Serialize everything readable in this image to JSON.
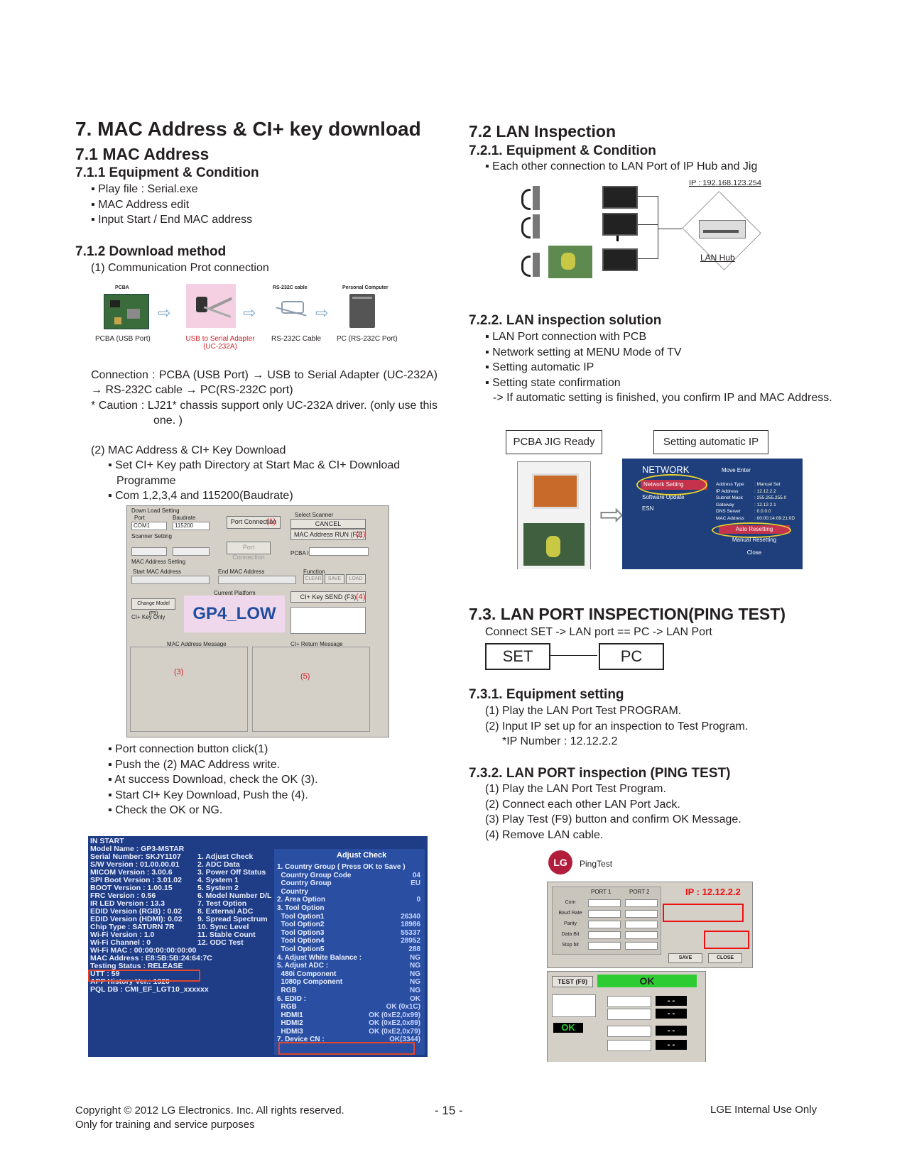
{
  "left": {
    "title": "7. MAC Address & CI+ key download",
    "s71": "7.1 MAC Address",
    "s711": "7.1.1 Equipment & Condition",
    "s711_items": [
      "▪ Play file : Serial.exe",
      "▪ MAC Address edit",
      "▪ Input Start / End MAC address"
    ],
    "s712": "7.1.2 Download method",
    "s712_sub1": "(1) Communication Prot connection",
    "conn_fig": {
      "pcba_top": "PCBA",
      "rs_top": "RS-232C cable",
      "pc_top": "Personal Computer",
      "pcba_cap": "PCBA (USB Port)",
      "usb_cap1": "USB to Serial Adapter",
      "usb_cap2": "(UC-232A)",
      "rs_cap": "RS-232C Cable",
      "pc_cap": "PC (RS-232C Port)"
    },
    "connection_text": "Connection : PCBA (USB Port) → USB to Serial Adapter (UC-232A) → RS-232C cable → PC(RS-232C port)",
    "caution": "* Caution : LJ21* chassis support only UC-232A driver. (only use this one. )",
    "s712_sub2": "(2) MAC Address & CI+ Key Download",
    "s712_sub2_items": [
      "▪ Set CI+ Key path Directory at Start Mac & CI+ Download Programme",
      "▪ Com 1,2,3,4 and 115200(Baudrate)"
    ],
    "app_fig": {
      "download_setting": "Down Load Setting",
      "port": "Port",
      "baudrate": "Baudrate",
      "com": "COM1",
      "baud": "115200",
      "port_connection": "Port Connection",
      "select_scanner": "Select Scanner",
      "cancel": "CANCEL",
      "scanner_setting": "Scanner Setting",
      "mac_run": "MAC Address RUN (F2)",
      "pcba_id": "PCBA ID",
      "mac_setting": "MAC Address Setting",
      "start_mac": "Start MAC Address",
      "end_mac": "End MAC Address",
      "function": "Function",
      "clear": "CLEAR",
      "save": "SAVE",
      "load": "LOAD",
      "current_platform": "Current Platform",
      "change_model": "Change Model (F5)",
      "ci_key_only": "CI+ Key Only",
      "platform": "GP4_LOW",
      "ci_send": "CI+ Key SEND (F3)",
      "mac_msg": "MAC Address Message",
      "ci_msg": "CI+ Return Message",
      "m1": "(1)",
      "m2": "(2)",
      "m3": "(3)",
      "m4": "(4)",
      "m5": "(5)"
    },
    "steps": [
      "▪ Port connection button click(1)",
      "▪ Push the (2) MAC Address write.",
      "▪ At success Download, check the OK (3).",
      "▪ Start CI+ Key Download, Push the (4).",
      "▪ Check the OK or NG."
    ],
    "tv_menu": {
      "left_lines": [
        "IN START",
        "Model Name  : GP3-MSTAR",
        "Serial Number: SKJY1107",
        "S/W Version      : 01.00.00.01",
        "MICOM Version   : 3.00.6",
        "SPI Boot Version  : 3.01.02",
        "BOOT Version    : 1.00.15",
        "FRC Version      : 0.56",
        "IR LED Version   : 13.3",
        "EDID Version (RGB) : 0.02",
        "EDID Version (HDMI): 0.02",
        "Chip Type        : SATURN 7R",
        "Wi-Fi Version    : 1.0",
        "Wi-Fi Channel    : 0",
        "Wi-Fi MAC   : 00:00:00:00:00:00",
        "MAC Address : E8:5B:5B:24:64:7C",
        "Testing Status    : RELEASE",
        "",
        "UTT : 59",
        "APP History Ver.: 1320",
        "PQL DB : CMI_EF_LGT10_xxxxxx"
      ],
      "mid_lines": [
        "1. Adjust Check",
        "2. ADC Data",
        "3. Power Off Status",
        "4. System 1",
        "5. System 2",
        "6. Model Number D/L",
        "7. Test Option",
        "8. External ADC",
        "9. Spread Spectrum",
        "10. Sync Level",
        "11. Stable Count",
        "12. ODC Test"
      ],
      "right_title": "Adjust Check",
      "right_lines": [
        "1. Country Group ( Press OK to Save )",
        "  Country Group Code",
        "  Country Group",
        "  Country",
        "2. Area Option",
        "3. Tool Option",
        "  Tool Option1",
        "  Tool Option2",
        "  Tool Option3",
        "  Tool Option4",
        "  Tool Option5",
        "4. Adjust White Balance :",
        "5. Adjust ADC :",
        "  480i Component",
        "  1080p Component",
        "  RGB",
        "6. EDID :",
        "  RGB",
        "  HDMI1",
        "  HDMI2",
        "  HDMI3",
        "7. Device CN :"
      ],
      "right_values": [
        "",
        "04",
        "EU",
        "",
        "0",
        "",
        "26340",
        "18986",
        "55337",
        "28952",
        "288",
        "NG",
        "NG",
        "NG",
        "NG",
        "NG",
        "OK",
        "OK (0x1C)",
        "OK (0xE2,0x99)",
        "OK (0xE2,0x89)",
        "OK (0xE2,0x79)",
        "OK(3344)"
      ]
    }
  },
  "right": {
    "s72": "7.2 LAN Inspection",
    "s721": "7.2.1. Equipment & Condition",
    "s721_item": "▪ Each other connection to LAN Port of IP Hub and Jig",
    "lan_fig": {
      "ip": "IP : 192.168.123.254",
      "hub": "LAN Hub"
    },
    "s722": "7.2.2. LAN inspection solution",
    "s722_items": [
      "▪ LAN Port connection with PCB",
      "▪ Network setting at MENU Mode of TV",
      "▪ Setting automatic IP",
      "▪ Setting state confirmation"
    ],
    "s722_note": "-> If automatic setting is finished, you confirm IP and MAC Address.",
    "jig_fig": {
      "jig_ready": "PCBA JIG Ready",
      "auto_ip": "Setting automatic IP",
      "network": "NETWORK",
      "move_enter": "Move  Enter",
      "menu": [
        "Network Setting",
        "Software Update",
        "ESN"
      ],
      "labels": [
        "Address Type",
        "IP Address",
        "Subnet Mask",
        "Gateway",
        "DNS Server",
        "MAC Address"
      ],
      "values": [
        ": Manual Set",
        ": 12.12.2.2",
        ": 255.255.255.0",
        ": 12.12.2.1",
        ": 0.0.0.0",
        ": 00:00:14:09:21:0D"
      ],
      "auto_reset": "Auto Resetting",
      "manual_reset": "Manual Resetting",
      "close": "Close"
    },
    "s73": "7.3. LAN PORT INSPECTION(PING TEST)",
    "s73_desc": "Connect SET -> LAN port == PC -> LAN Port",
    "set_box": "SET",
    "pc_box": "PC",
    "s731": "7.3.1. Equipment setting",
    "s731_items": [
      "(1) Play the LAN Port Test PROGRAM.",
      "(2) Input IP set up for an inspection to Test Program.",
      "*IP Number : 12.12.2.2"
    ],
    "s732": "7.3.2. LAN PORT inspection (PING TEST)",
    "s732_items": [
      "(1) Play the LAN Port Test Program.",
      "(2) Connect each other LAN Port Jack.",
      "(3) Play Test (F9) button and confirm OK Message.",
      "(4) Remove LAN cable."
    ],
    "ping_fig": {
      "logo": "LG",
      "app": "PingTest",
      "ip_label": "IP : 12.12.2.2",
      "port1": "PORT 1",
      "port2": "PORT 2",
      "rows": [
        "Com",
        "Baud Rate",
        "Parity",
        "Data Bit",
        "Stop bit"
      ],
      "save": "SAVE",
      "close": "CLOSE",
      "test": "TEST (F9)",
      "ok": "OK",
      "ok2": "OK",
      "dash": "- -"
    }
  },
  "footer": {
    "copyright": "Copyright  © 2012  LG Electronics. Inc. All rights reserved.",
    "purpose": "Only for training and service purposes",
    "page": "- 15 -",
    "internal": "LGE Internal Use Only"
  }
}
